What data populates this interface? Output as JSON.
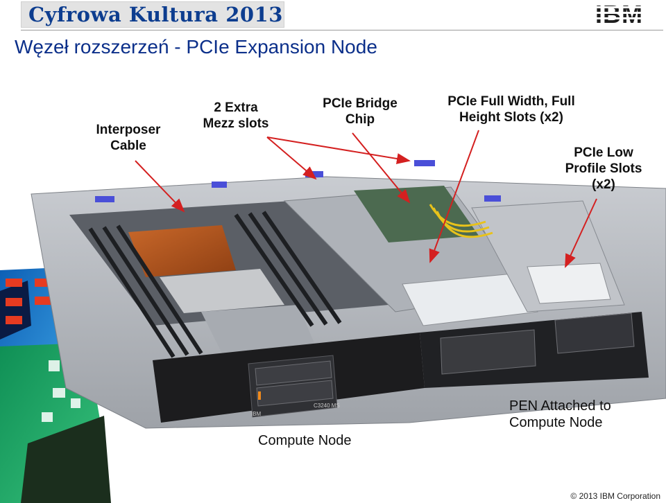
{
  "header": {
    "brand": "Cyfrowa Kultura 2013",
    "logo": "IBM"
  },
  "page_title": "Węzeł rozszerzeń - PCIe Expansion Node",
  "callouts": {
    "interposer": [
      "Interposer",
      "Cable"
    ],
    "mezz": [
      "2 Extra",
      "Mezz slots"
    ],
    "bridge": [
      "PCIe Bridge",
      "Chip"
    ],
    "full_width": [
      "PCIe Full Width, Full",
      "Height Slots (x2)"
    ],
    "low_profile": [
      "PCIe Low",
      "Profile Slots",
      "(x2)"
    ],
    "pen": [
      "PEN Attached to",
      "Compute Node"
    ],
    "compute": "Compute Node"
  },
  "chassis_labels": {
    "model": "C3240 MS",
    "vendor": "IBM"
  },
  "footer": "© 2013 IBM Corporation",
  "colors": {
    "title": "#0b2f8a",
    "brand": "#0d3d8f",
    "arrow": "#d42020",
    "chassis": "#1c1c1e",
    "tray": "#b9bcc2"
  }
}
